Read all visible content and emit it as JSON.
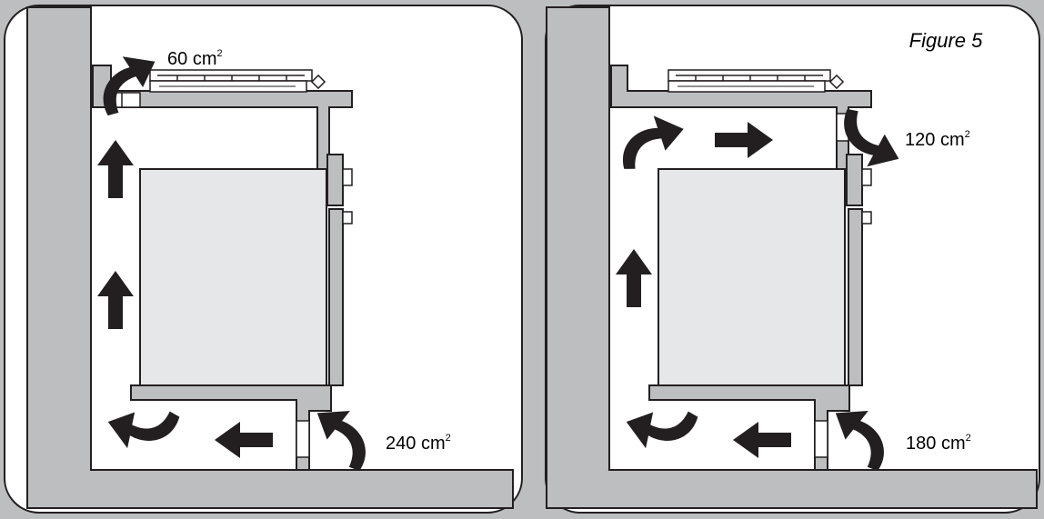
{
  "figure_title": "Figure 5",
  "left_panel": {
    "top_vent": {
      "value": "60",
      "unit": "cm",
      "exponent": "2"
    },
    "bottom_vent": {
      "value": "240",
      "unit": "cm",
      "exponent": "2"
    }
  },
  "right_panel": {
    "top_vent": {
      "value": "120",
      "unit": "cm",
      "exponent": "2"
    },
    "bottom_vent": {
      "value": "180",
      "unit": "cm",
      "exponent": "2"
    }
  },
  "colors": {
    "background": "#bdbec0",
    "panel": "#ffffff",
    "wall": "#bdbec0",
    "oven": "#e6e7e8",
    "outline": "#231f20",
    "arrow": "#231f20"
  }
}
